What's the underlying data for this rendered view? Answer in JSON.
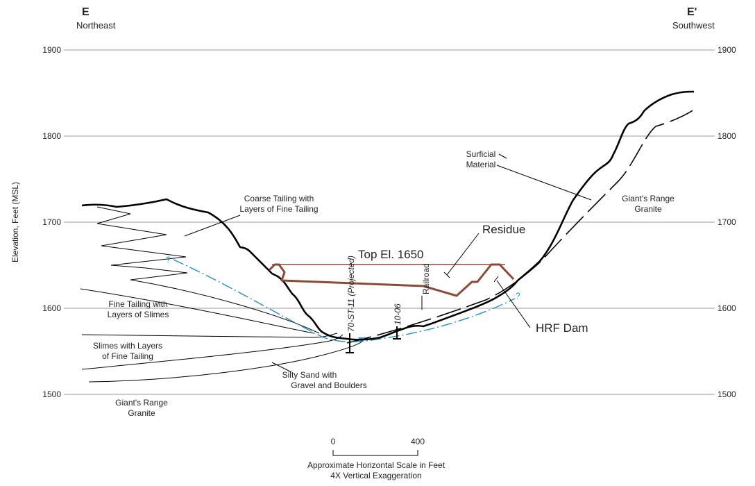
{
  "header": {
    "left_letter": "E",
    "left_direction": "Northeast",
    "right_letter": "E'",
    "right_direction": "Southwest"
  },
  "axis": {
    "y_label": "Elevation, Feet (MSL)",
    "ticks": [
      "1900",
      "1800",
      "1700",
      "1600",
      "1500"
    ]
  },
  "units": {
    "coarse_tailing": [
      "Coarse Tailing with",
      "Layers of Fine Tailing"
    ],
    "fine_tailing": [
      "Fine Tailing with",
      "Layers of Slimes"
    ],
    "slimes": [
      "Slimes with Layers",
      "of Fine Tailing"
    ],
    "silty_sand": [
      "Silty Sand with",
      "Gravel and Boulders"
    ],
    "granite_left": [
      "Giant's Range",
      "Granite"
    ],
    "granite_right": [
      "Giant's Range",
      "Granite"
    ],
    "surficial": [
      "Surficial",
      "Material"
    ]
  },
  "callouts": {
    "residue": "Residue",
    "top_el": "Top El. 1650",
    "hrf_dam": "HRF Dam",
    "boring_projected": "70-ST-11 (Projected)",
    "boring_1006": "10-06",
    "railroad": "Railroad",
    "question_mark": "?"
  },
  "scale_bar": {
    "zero": "0",
    "max": "400",
    "caption": "Approximate Horizontal Scale in Feet",
    "exaggeration": "4X Vertical Exaggeration"
  },
  "colors": {
    "ground": "#000000",
    "residue_dam": "#8B4A35",
    "water_table": "#1F8FC8",
    "gridline": "#999999"
  }
}
